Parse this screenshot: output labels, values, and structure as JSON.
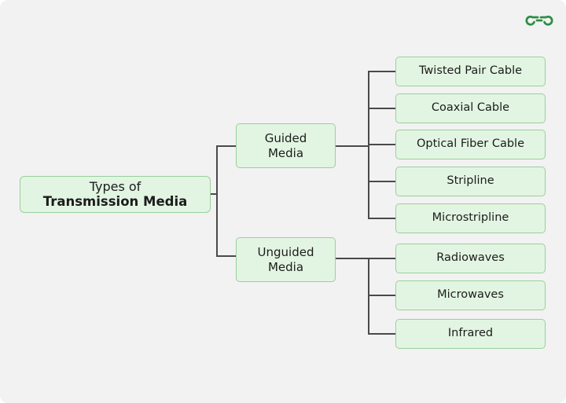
{
  "canvas": {
    "background_color": "#f2f2f2",
    "node_fill_color": "#e2f5e2",
    "node_border_color": "#9ccf9c",
    "connector_color": "#4a4a4a",
    "text_color": "#1c1c1c",
    "brand_color": "#2f8d46"
  },
  "logo": {
    "name": "geeksforgeeks-logo",
    "alt": "GeeksforGeeks"
  },
  "diagram": {
    "type": "tree",
    "root": {
      "line1": "Types of",
      "line2": "Transmission Media"
    },
    "branches": [
      {
        "id": "guided",
        "line1": "Guided",
        "line2": "Media",
        "children": [
          {
            "label": "Twisted Pair Cable"
          },
          {
            "label": "Coaxial Cable"
          },
          {
            "label": "Optical Fiber Cable"
          },
          {
            "label": "Stripline"
          },
          {
            "label": "Microstripline"
          }
        ]
      },
      {
        "id": "unguided",
        "line1": "Unguided",
        "line2": "Media",
        "children": [
          {
            "label": "Radiowaves"
          },
          {
            "label": "Microwaves"
          },
          {
            "label": "Infrared"
          }
        ]
      }
    ]
  }
}
